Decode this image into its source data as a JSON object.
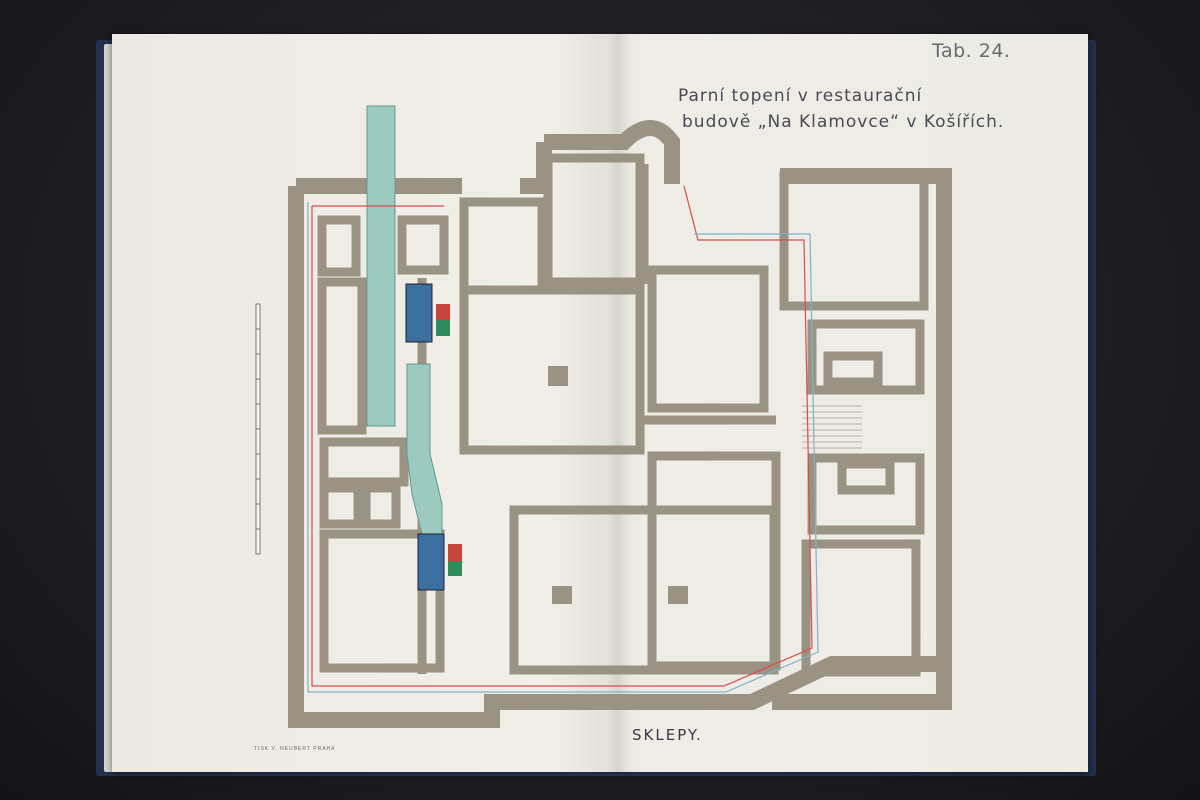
{
  "sheet": {
    "tab_number": "Tab. 24.",
    "title_line_1": "Parní topení v restaurační",
    "title_line_2": "budově „Na Klamovce“ v Košířích.",
    "subtitle": "SKLEPY.",
    "printer_credit": "TISK V. NEUBERT PRAHA"
  },
  "colors": {
    "wall": "#9a9383",
    "page": "#efede6",
    "cover": "#2b3d63",
    "steam_pipe": "#d94c4c",
    "return_pipe": "#7fb2c8",
    "duct": "#9cc9c0"
  }
}
